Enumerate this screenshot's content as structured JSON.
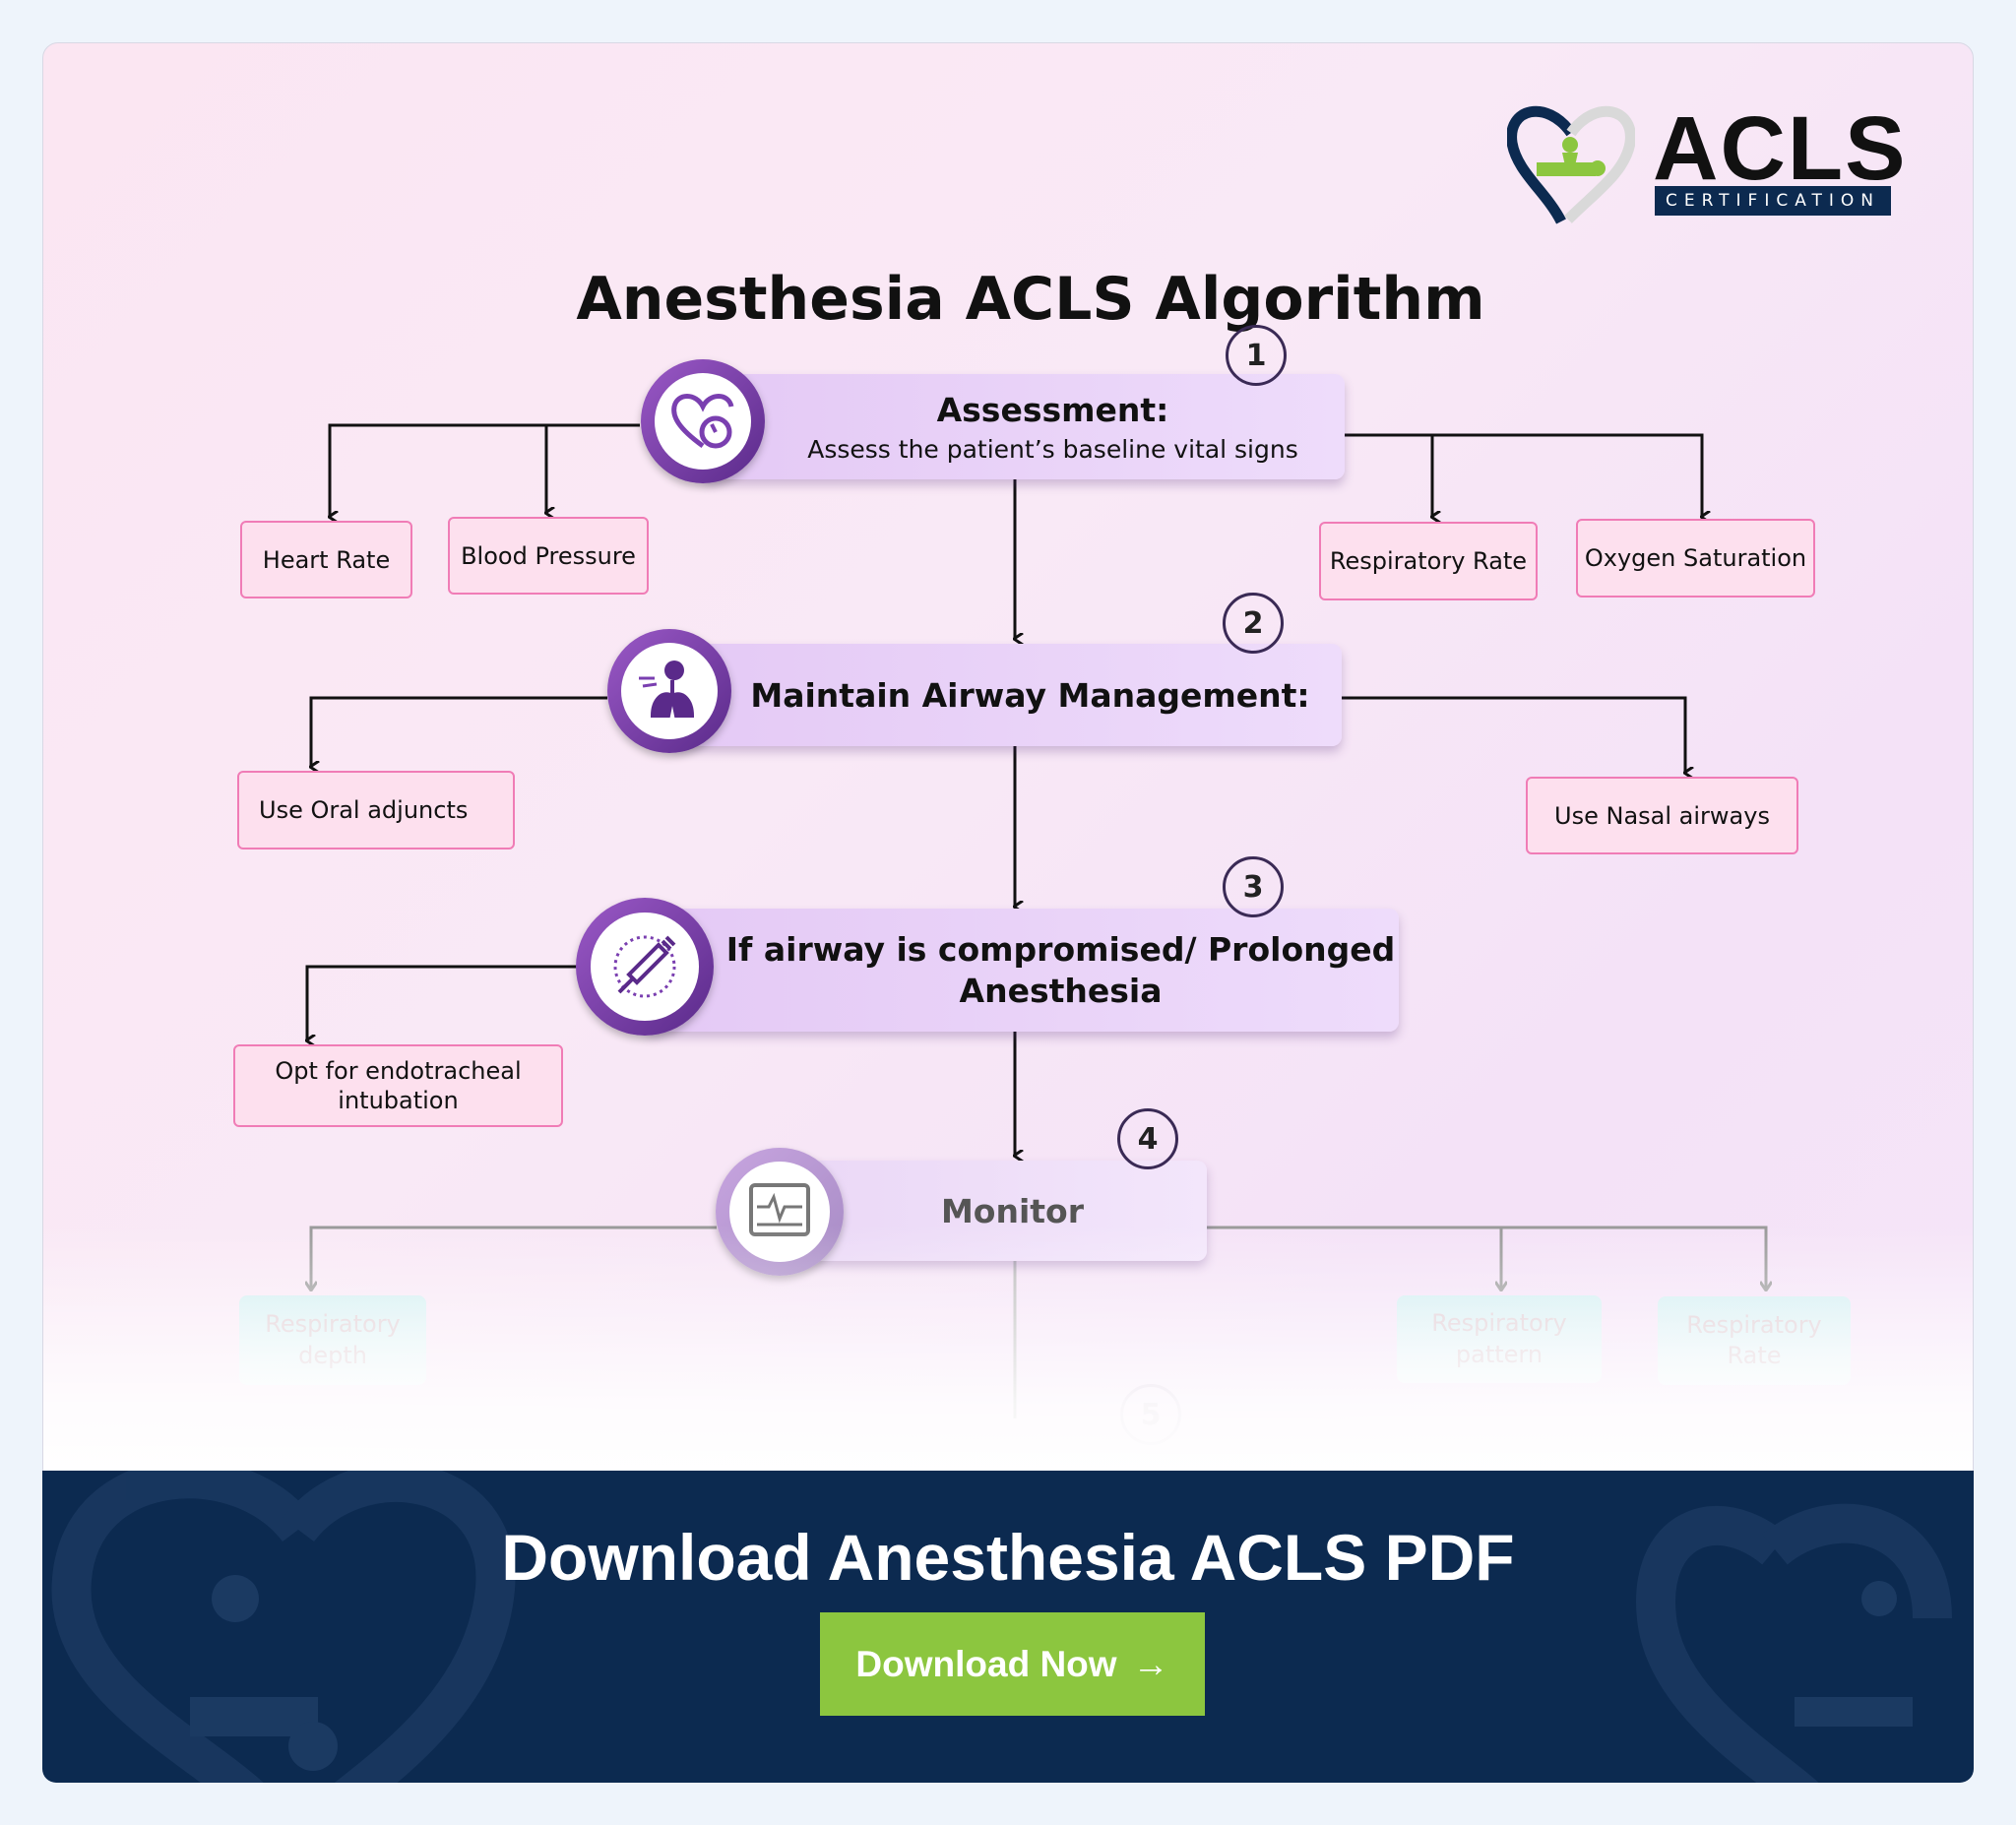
{
  "logo": {
    "text": "ACLS",
    "subtext": "CERTIFICATION"
  },
  "title": "Anesthesia ACLS Algorithm",
  "steps": [
    {
      "number": "1",
      "heading": "Assessment:",
      "subtext": "Assess the patient’s baseline vital signs"
    },
    {
      "number": "2",
      "heading": "Maintain Airway Management:"
    },
    {
      "number": "3",
      "heading": "If airway is compromised/ Prolonged Anesthesia"
    },
    {
      "number": "4",
      "heading": "Monitor"
    },
    {
      "number": "5"
    }
  ],
  "boxes": {
    "heart_rate": "Heart Rate",
    "blood_pressure": "Blood Pressure",
    "respiratory_rate": "Respiratory Rate",
    "oxygen_saturation": "Oxygen Saturation",
    "oral": "Use  Oral adjuncts",
    "nasal": "Use Nasal airways",
    "intubation": "Opt for endotracheal intubation",
    "resp_depth": "Respiratory depth",
    "resp_pattern": "Respiratory pattern",
    "resp_rate2": "Respiratory Rate"
  },
  "banner": {
    "title": "Download Anesthesia ACLS PDF",
    "button": "Download Now",
    "button_icon": "→"
  },
  "colors": {
    "navy": "#0c2a50",
    "green": "#8cc63f",
    "purple": "#7a3fb0",
    "pink_border": "#f07cb6"
  }
}
